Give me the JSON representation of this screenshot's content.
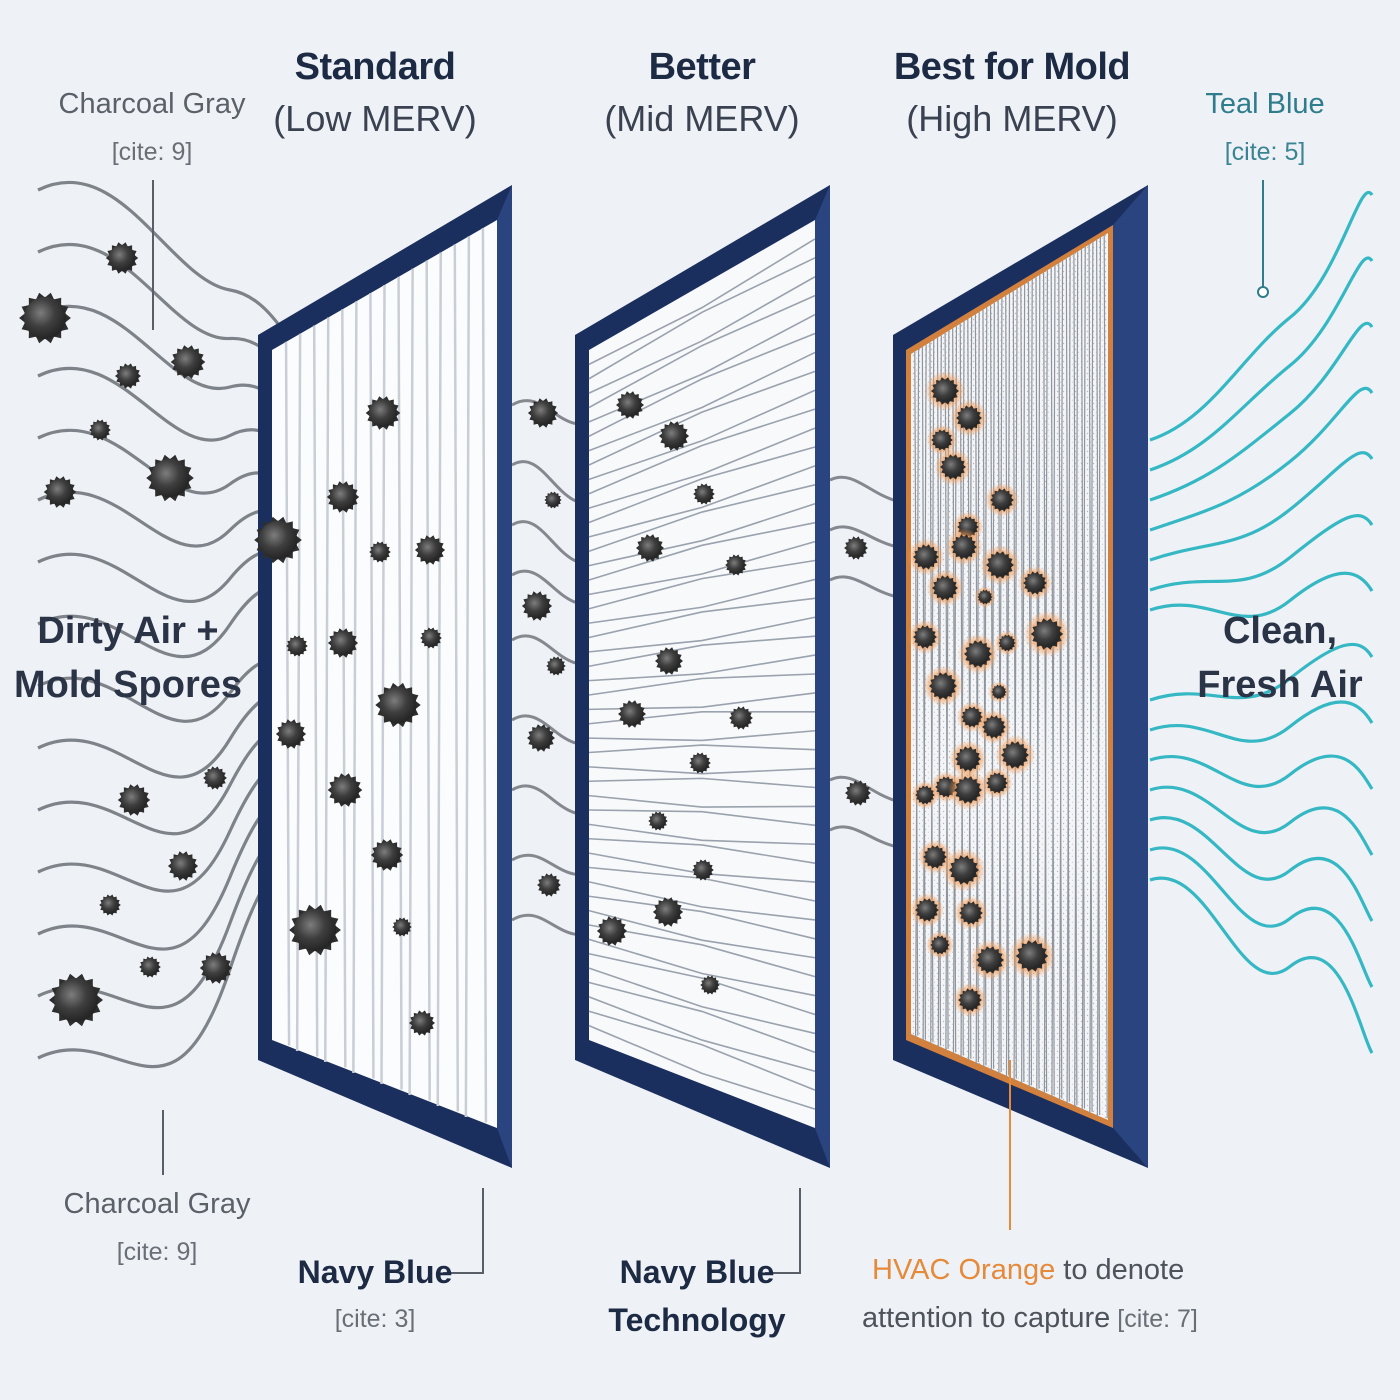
{
  "headers": [
    {
      "title": "Standard",
      "subtitle": "(Low MERV)"
    },
    {
      "title": "Better",
      "subtitle": "(Mid MERV)"
    },
    {
      "title": "Best for Mold",
      "subtitle": "(High MERV)"
    }
  ],
  "top_left_note": {
    "color_name": "Charcoal Gray",
    "cite": "[cite: 9]"
  },
  "top_right_note": {
    "color_name": "Teal Blue",
    "cite": "[cite: 5]"
  },
  "left_label": {
    "line1": "Dirty Air +",
    "line2": "Mold Spores"
  },
  "right_label": {
    "line1": "Clean,",
    "line2": "Fresh Air"
  },
  "bottom_left_note": {
    "color_name": "Charcoal Gray",
    "cite": "[cite: 9]"
  },
  "bottom_notes": [
    {
      "line1": "Navy Blue",
      "line2": "[cite: 3]"
    },
    {
      "line1": "Navy Blue",
      "line2": "Technology"
    }
  ],
  "orange_note": {
    "highlight": "HVAC Orange",
    "rest1": " to denote",
    "line2": "attention to capture",
    "cite": " [cite: 7]"
  },
  "colors": {
    "navy": "#1b2f5e",
    "charcoal": "#4a4a4a",
    "teal": "#35b8c4",
    "orange": "#e58a3a",
    "background": "#eef2f6"
  }
}
